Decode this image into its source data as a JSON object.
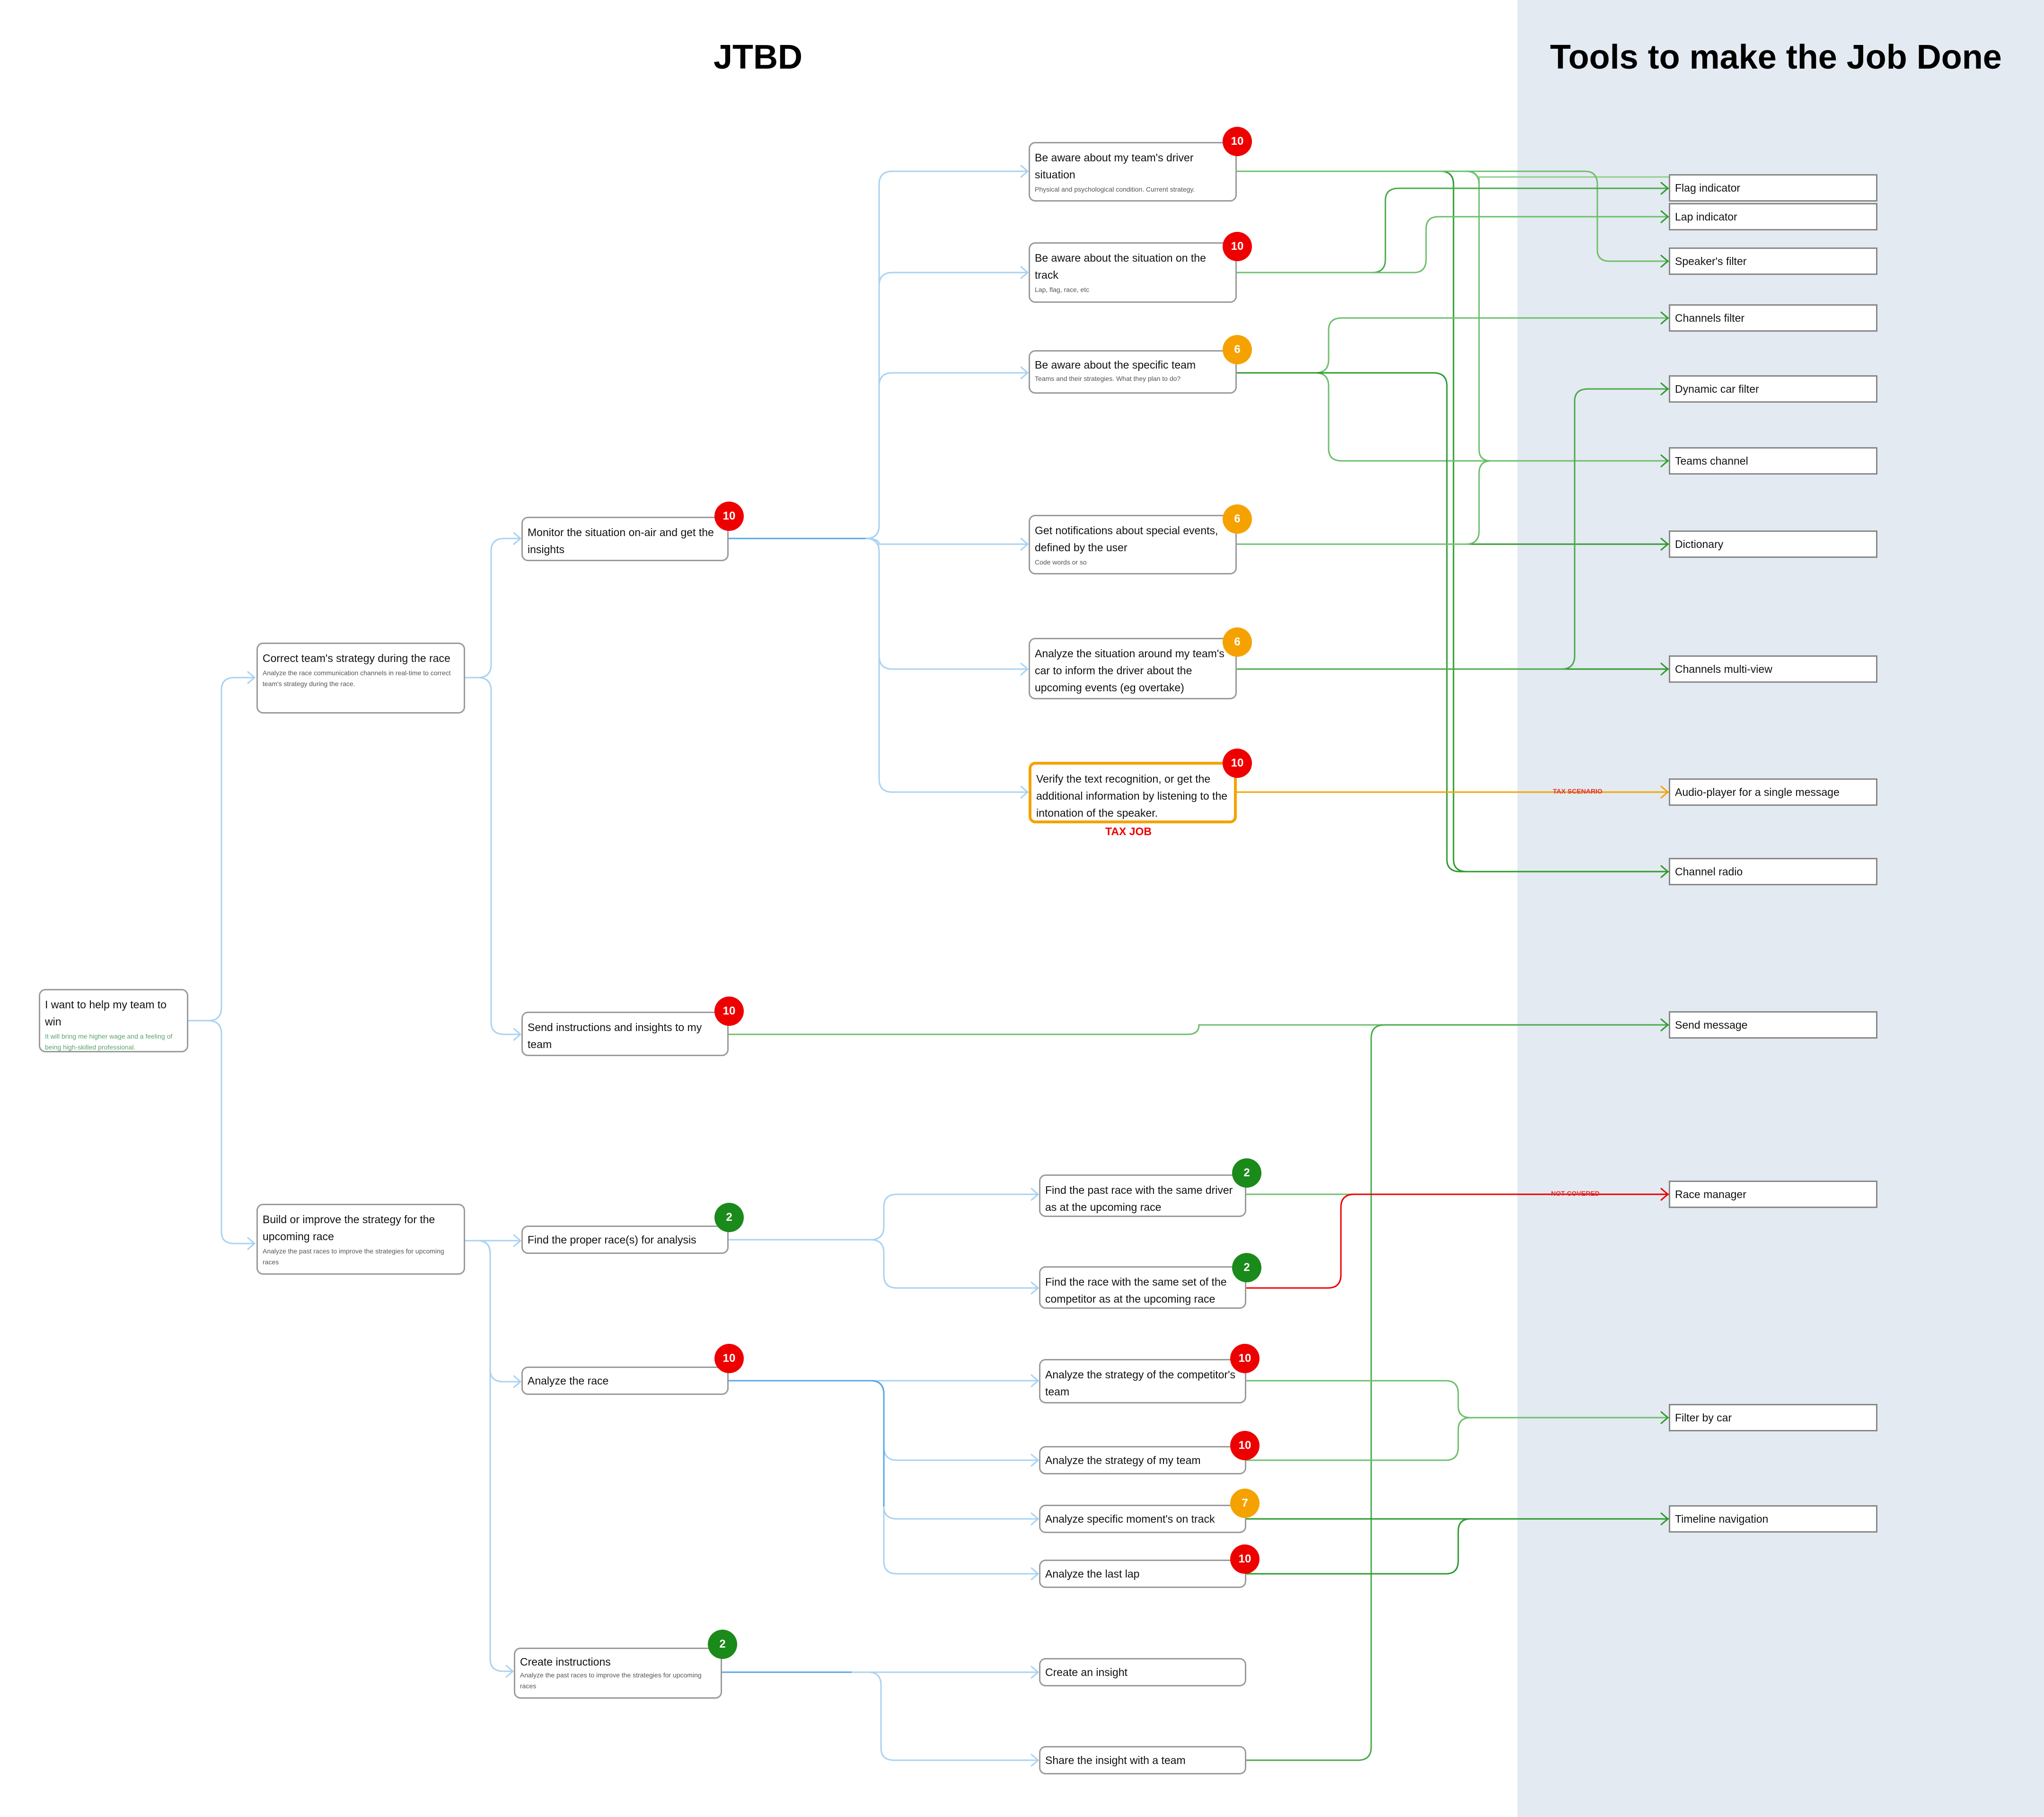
{
  "headers": {
    "jtbd": "JTBD",
    "tools": "Tools to make the Job Done"
  },
  "colors": {
    "connector_light": "#a9d2f2",
    "connector_blue": "#58a6e8",
    "connector_green": "#2e9a2e",
    "connector_orange": "#f5a200",
    "connector_red": "#ee0000",
    "tools_panel": "#e4eaf1"
  },
  "root": {
    "title": "I want to help my team to win",
    "sub": "It will bring me higher wage and a feeling of being high-skilled professional."
  },
  "level1": {
    "correct": {
      "title": "Correct team's strategy during the race",
      "sub": "Analyze the race communication channels in real-time to correct team's strategy during the race."
    },
    "build": {
      "title": "Build or improve the strategy for the upcoming race",
      "sub": "Analyze the past races to improve the strategies for upcoming races"
    }
  },
  "level2": {
    "monitor": {
      "title": "Monitor the situation on-air and get the insights",
      "score": "10"
    },
    "send": {
      "title": "Send instructions and insights to my team",
      "score": "10"
    },
    "find": {
      "title": "Find the proper race(s) for analysis",
      "score": "2"
    },
    "analyze": {
      "title": "Analyze the race",
      "score": "10"
    },
    "create": {
      "title": "Create instructions",
      "sub": "Analyze the past races to improve the strategies for upcoming races",
      "score": "2"
    }
  },
  "level3": {
    "driver": {
      "title": "Be aware about my team's driver situation",
      "sub": "Physical and psychological condition. Current strategy.",
      "score": "10"
    },
    "track": {
      "title": "Be aware about the situation on the track",
      "sub": "Lap, flag, race, etc",
      "score": "10"
    },
    "specific_team": {
      "title": "Be aware about the specific team",
      "sub": "Teams and their strategies. What they plan to do?",
      "score": "6"
    },
    "notifications": {
      "title": "Get notifications about special events, defined by the user",
      "sub": "Code words or so",
      "score": "6"
    },
    "around_car": {
      "title": "Analyze the situation around my team's car to inform the driver about the upcoming events (eg overtake)",
      "score": "6"
    },
    "verify": {
      "title": "Verify the text recognition, or get the additional information by listening to the intonation of the speaker.",
      "score": "10",
      "label": "TAX JOB"
    },
    "past_race_driver": {
      "title": "Find the past race with the same driver as at the upcoming race",
      "score": "2"
    },
    "same_competitor": {
      "title": "Find the race with the same set of the competitor as at the upcoming race",
      "score": "2"
    },
    "competitor_strategy": {
      "title": "Analyze the strategy of the competitor's team",
      "score": "10"
    },
    "my_strategy": {
      "title": "Analyze the strategy of my team",
      "score": "10"
    },
    "moment": {
      "title": "Analyze specific moment's on track",
      "score": "7"
    },
    "last_lap": {
      "title": "Analyze the last lap",
      "score": "10"
    },
    "create_insight": {
      "title": "Create an insight"
    },
    "share_insight": {
      "title": "Share the insight with a team"
    }
  },
  "tools": {
    "flag": "Flag indicator",
    "lap": "Lap indicator",
    "speaker": "Speaker's filter",
    "channels_filter": "Channels filter",
    "dynamic_car": "Dynamic car filter",
    "teams_channel": "Teams channel",
    "dictionary": "Dictionary",
    "multi_view": "Channels multi-view",
    "audio_player": "Audio-player for a single message",
    "channel_radio": "Channel radio",
    "send_message": "Send message",
    "race_manager": "Race manager",
    "filter_car": "Filter by car",
    "timeline": "Timeline navigation"
  },
  "tags": {
    "tax_scenario": "TAX SCENARIO",
    "not_covered": "NOT COVERED"
  }
}
